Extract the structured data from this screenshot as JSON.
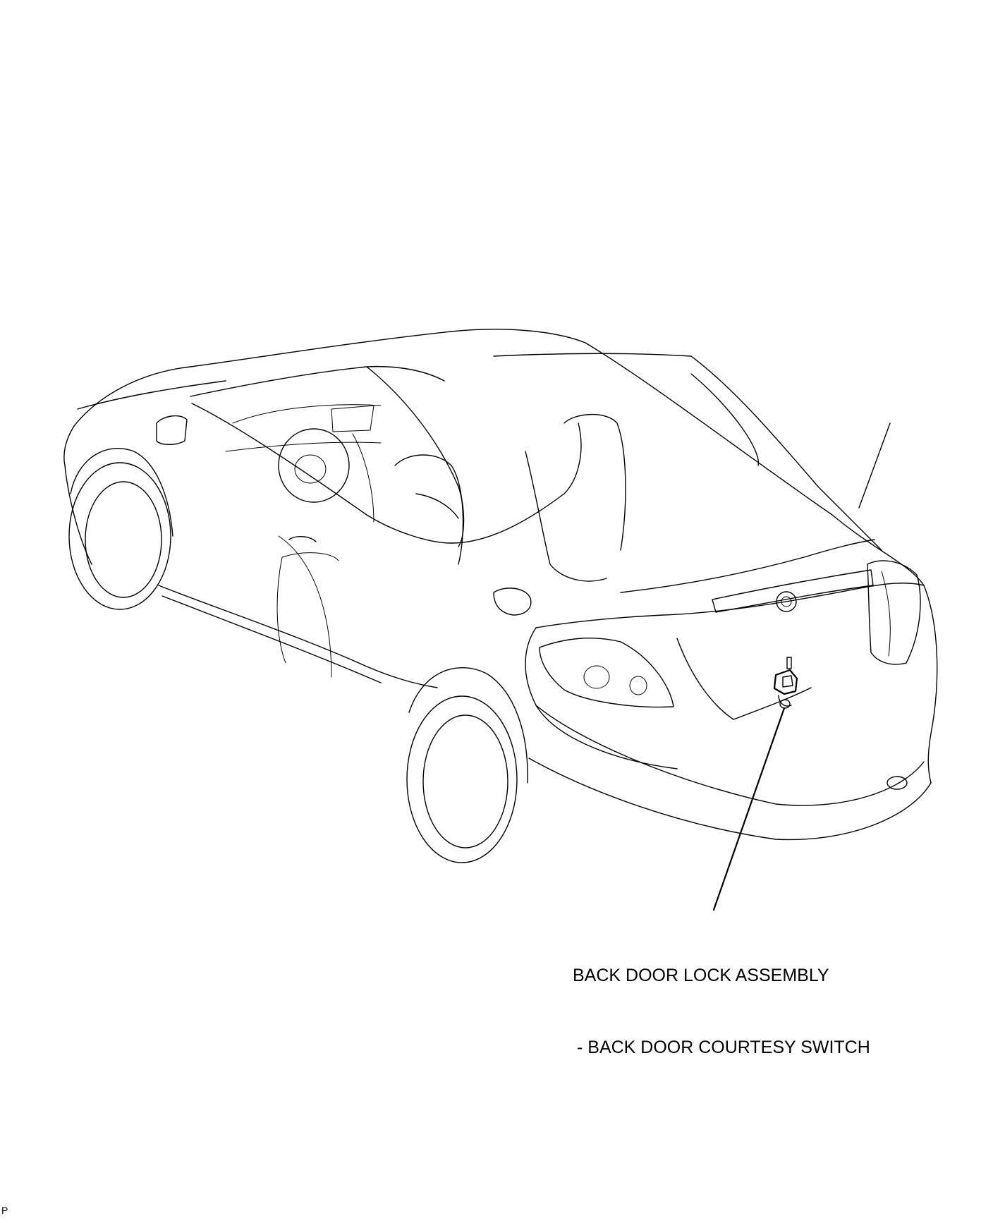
{
  "callout": {
    "line1": "BACK DOOR LOCK ASSEMBLY",
    "line2": "- BACK DOOR COURTESY SWITCH"
  },
  "corner_mark": "P",
  "colors": {
    "ink": "#000000",
    "background": "#ffffff"
  }
}
